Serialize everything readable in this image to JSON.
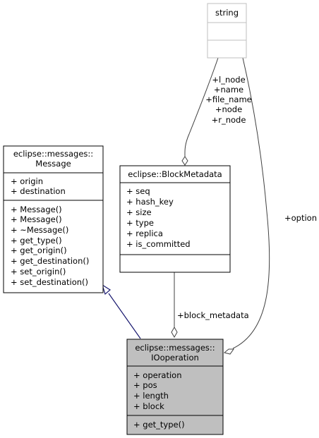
{
  "colors": {
    "border": "#000000",
    "string_border": "#bfbfbf",
    "highlight_fill": "#bfbfbf",
    "inherit_edge": "#191970",
    "assoc_edge": "#404040"
  },
  "classes": {
    "string": {
      "title": "string",
      "attributes": [],
      "methods": []
    },
    "message": {
      "title_lines": [
        "eclipse::messages::",
        "Message"
      ],
      "attributes": [
        "+ origin",
        "+ destination"
      ],
      "methods": [
        "+ Message()",
        "+ Message()",
        "+ ~Message()",
        "+ get_type()",
        "+ get_origin()",
        "+ get_destination()",
        "+ set_origin()",
        "+ set_destination()"
      ]
    },
    "block_metadata": {
      "title": "eclipse::BlockMetadata",
      "attributes": [
        "+ seq",
        "+ hash_key",
        "+ size",
        "+ type",
        "+ replica",
        "+ is_committed"
      ],
      "methods": []
    },
    "iooperation": {
      "title_lines": [
        "eclipse::messages::",
        "IOoperation"
      ],
      "attributes": [
        "+ operation",
        "+ pos",
        "+ length",
        "+ block"
      ],
      "methods": [
        "+ get_type()"
      ]
    }
  },
  "edges": {
    "string_to_block_metadata": [
      "+l_node",
      "+name",
      "+file_name",
      "+node",
      "+r_node"
    ],
    "string_to_iooperation": "+option",
    "block_metadata_to_iooperation": "+block_metadata"
  }
}
